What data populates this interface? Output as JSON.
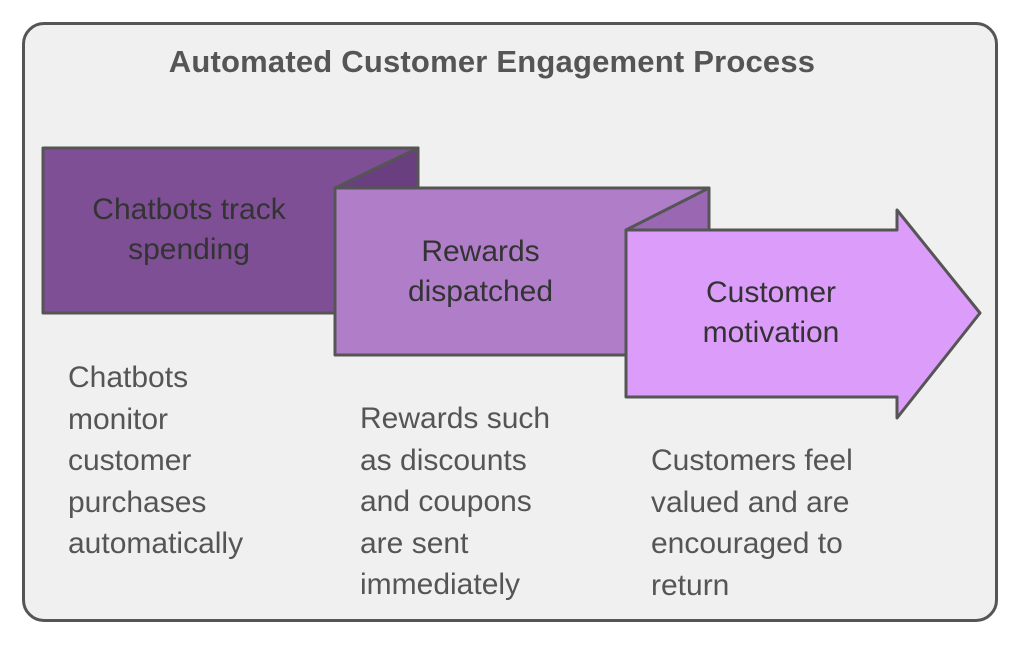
{
  "title": "Automated Customer Engagement Process",
  "colors": {
    "frame_bg": "#f0f0f0",
    "border": "#555555",
    "step1": "#7e4f94",
    "step2": "#b07ec8",
    "step3": "#dc9dfa"
  },
  "steps": [
    {
      "label_lines": [
        "Chatbots track",
        "spending"
      ],
      "description_lines": [
        "Chatbots",
        "monitor",
        "customer",
        "purchases",
        "automatically"
      ]
    },
    {
      "label_lines": [
        "Rewards",
        "dispatched"
      ],
      "description_lines": [
        "Rewards such",
        "as discounts",
        "and coupons",
        "are sent",
        "immediately"
      ]
    },
    {
      "label_lines": [
        "Customer",
        "motivation"
      ],
      "description_lines": [
        "Customers feel",
        "valued and are",
        "encouraged to",
        "return"
      ]
    }
  ]
}
